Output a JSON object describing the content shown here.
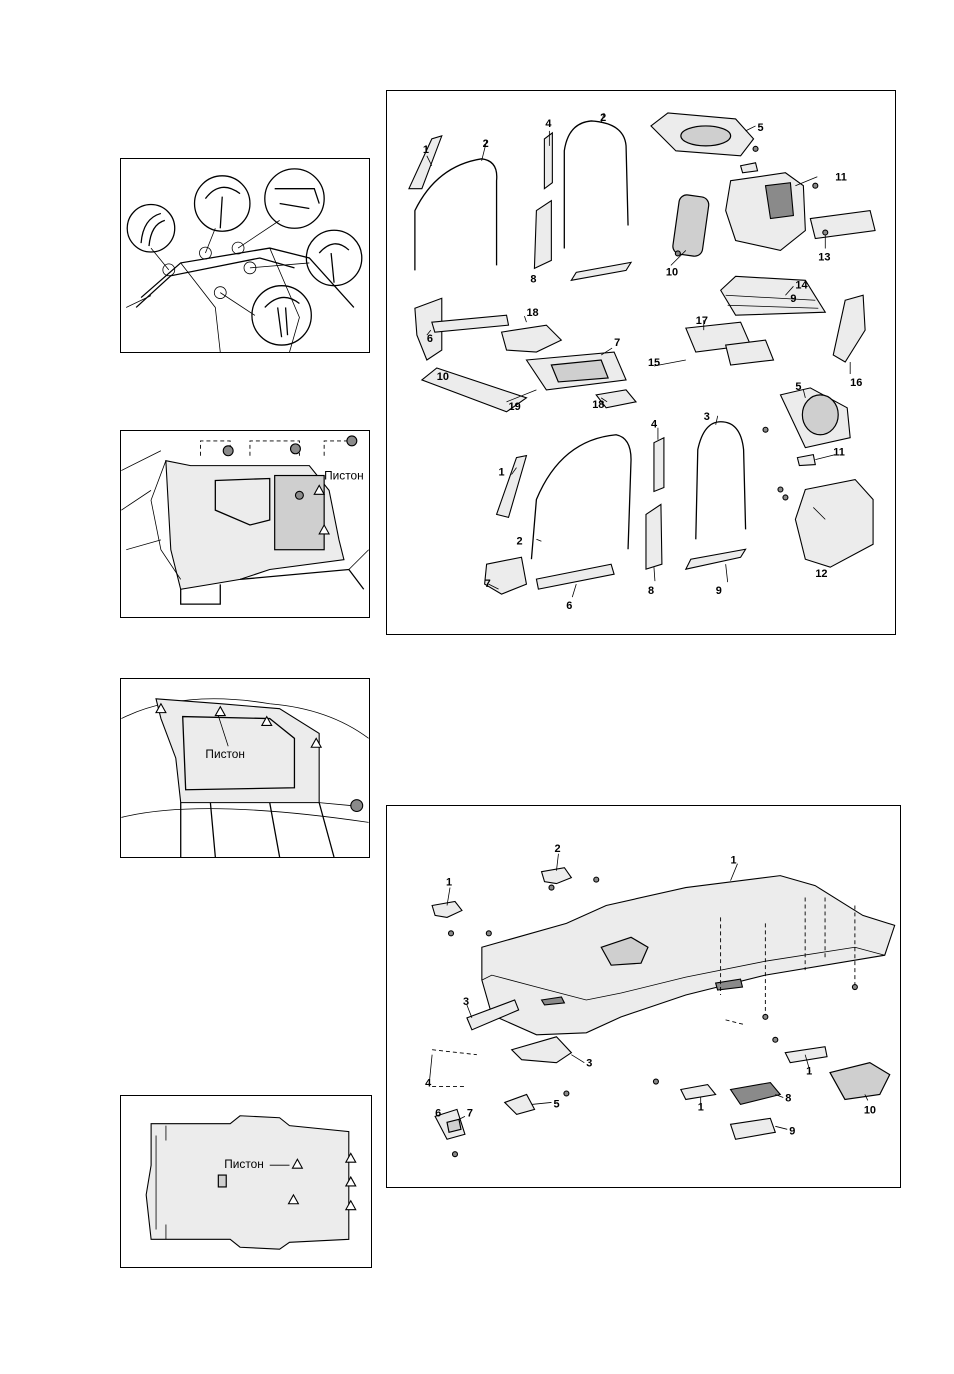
{
  "panels": {
    "clips": {
      "callouts": []
    },
    "quarter_panel": {
      "piston_label": "Пистон"
    },
    "side_window": {
      "piston_label": "Пистон"
    },
    "headliner_small": {
      "piston_label": "Пистон"
    },
    "trim_exploded": {
      "callouts": [
        "1",
        "2",
        "4",
        "2",
        "5",
        "11",
        "13",
        "10",
        "9",
        "8",
        "14",
        "18",
        "6",
        "7",
        "17",
        "15",
        "16",
        "10",
        "19",
        "18",
        "5",
        "11",
        "4",
        "3",
        "1",
        "2",
        "12",
        "7",
        "6",
        "8",
        "9"
      ]
    },
    "headliner_exploded": {
      "callouts": [
        "1",
        "2",
        "1",
        "3",
        "3",
        "4",
        "5",
        "6",
        "7",
        "1",
        "1",
        "8",
        "9",
        "10"
      ]
    }
  }
}
